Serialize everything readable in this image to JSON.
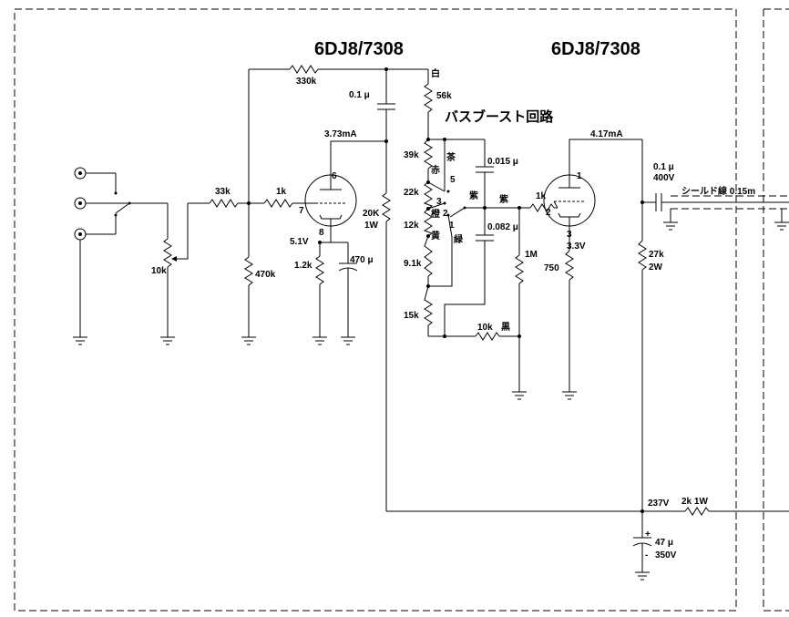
{
  "tubes": {
    "left": "6DJ8/7308",
    "right": "6DJ8/7308"
  },
  "circuit_title": "バスブースト回路",
  "resistors": {
    "r330k": "330k",
    "r33k": "33k",
    "r1k_left": "1k",
    "r470k": "470k",
    "vol10k": "10k",
    "r1_2k": "1.2k",
    "r20k": "20K",
    "r20k_w": "1W",
    "r56k": "56k",
    "r39k": "39k",
    "r22k": "22k",
    "r12k": "12k",
    "r9_1k": "9.1k",
    "r15k": "15k",
    "r10k_bot": "10k",
    "r1m": "1M",
    "r1k_right": "1k",
    "r750": "750",
    "r27k": "27k",
    "r27k_w": "2W",
    "r2k": "2k 1W"
  },
  "capacitors": {
    "c01u_left": "0.1 μ",
    "c470u": "470 μ",
    "c0015u": "0.015 μ",
    "c0082u": "0.082 μ",
    "c01u_out": "0.1 μ",
    "c01u_out_v": "400V",
    "c47u": "47 μ",
    "c47u_v": "350V",
    "plus": "+",
    "minus": "-"
  },
  "voltages": {
    "v5_1": "5.1V",
    "v3_3": "3.3V",
    "v237": "237V"
  },
  "currents": {
    "i_left": "3.73mA",
    "i_right": "4.17mA"
  },
  "pins": {
    "l_plate": "6",
    "l_grid": "7",
    "l_cathode": "8",
    "r_plate": "1",
    "r_grid": "2",
    "r_cathode": "3",
    "sw_5": "5",
    "sw_3": "3",
    "sw_2": "2",
    "sw_1": "1"
  },
  "wire_colors": {
    "white": "白",
    "red": "赤",
    "brown": "茶",
    "orange": "橙",
    "yellow": "黄",
    "green": "緑",
    "purple1": "紫",
    "purple2": "紫",
    "black": "黒"
  },
  "shield_cable": "シールド線 0.15m"
}
